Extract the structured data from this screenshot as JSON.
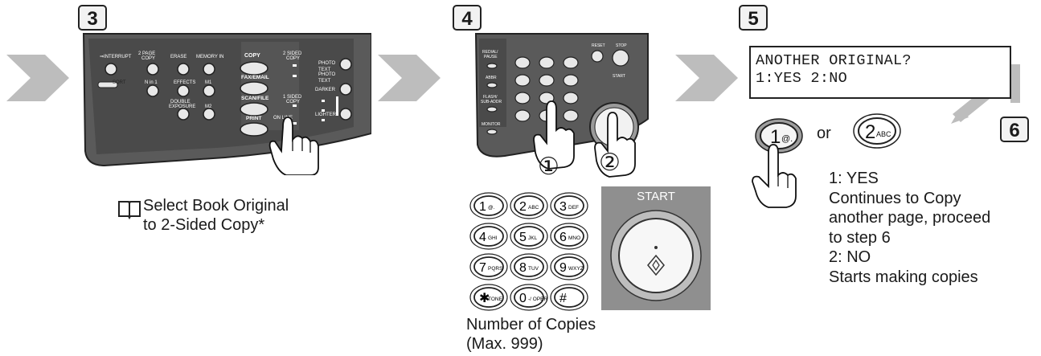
{
  "steps": {
    "s3": "3",
    "s4": "4",
    "s5": "5",
    "s6": "6"
  },
  "step3": {
    "caption_line1": "Select Book Original",
    "caption_line2": "to 2-Sided Copy*",
    "book_icon": "book-icon",
    "panel_labels": [
      "INTERRUPT",
      "2 PAGE COPY",
      "ERASE",
      "MEMORY IN",
      "COPY",
      "SORT",
      "N in 1",
      "EFFECTS",
      "M1",
      "FAX/EMAIL",
      "DOUBLE EXPOSURE",
      "M2",
      "SCAN/FILE",
      "PRINT",
      "ON LINE",
      "2 SIDED COPY",
      "1 SIDED COPY",
      "PHOTO",
      "TEXT PHOTO",
      "TEXT",
      "DARKER",
      "LIGHTER"
    ]
  },
  "step4": {
    "caption_line1": "Number of Copies",
    "caption_line2": "(Max. 999)",
    "panel_labels": [
      "REDIAL/ PAUSE",
      "ABBR",
      "FLASH/ SUB-ADDR",
      "MONITOR",
      "RESET",
      "STOP",
      "START"
    ],
    "start_label": "START",
    "keys": [
      {
        "main": "1",
        "sub": "@."
      },
      {
        "main": "2",
        "sub": "ABC"
      },
      {
        "main": "3",
        "sub": "DEF"
      },
      {
        "main": "4",
        "sub": "GHI"
      },
      {
        "main": "5",
        "sub": "JKL"
      },
      {
        "main": "6",
        "sub": "MNO"
      },
      {
        "main": "7",
        "sub": "PQRS"
      },
      {
        "main": "8",
        "sub": "TUV"
      },
      {
        "main": "9",
        "sub": "WXYZ"
      },
      {
        "main": "✱",
        "sub": "TONE"
      },
      {
        "main": "0",
        "sub": "-/ OPER"
      },
      {
        "main": "#",
        "sub": ""
      }
    ],
    "marker1": "①",
    "marker2": "②"
  },
  "step5": {
    "lcd_line1": "ANOTHER ORIGINAL?",
    "lcd_line2": "1:YES 2:NO",
    "key1_main": "1",
    "key1_sub": "@.",
    "or_text": "or",
    "key2_main": "2",
    "key2_sub": "ABC",
    "desc": [
      "1: YES",
      "Continues to Copy",
      "another page, proceed",
      "to step 6",
      "2: NO",
      "Starts making copies"
    ]
  },
  "colors": {
    "chevron": "#bdbdbd",
    "panel_dark": "#4a4a4a",
    "panel_mid": "#6b6b6b",
    "key_fill": "#ececec"
  }
}
